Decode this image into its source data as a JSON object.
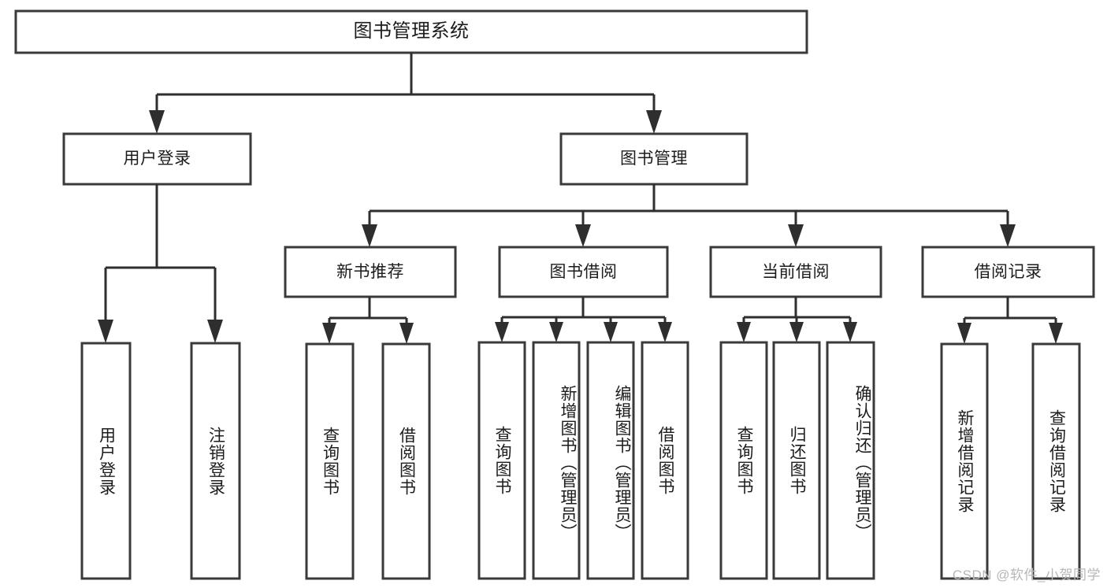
{
  "diagram": {
    "type": "tree-hierarchy",
    "title": "图书管理系统",
    "orientation": "top-down",
    "colors": {
      "box_stroke": "#3a3a3a",
      "box_fill": "#ffffff",
      "connector": "#2e2e2e",
      "text": "#1c1c1c",
      "watermark": "#b7b7b7",
      "background": "#ffffff"
    }
  },
  "root": {
    "label": "图书管理系统"
  },
  "level2": [
    {
      "id": "user-login",
      "label": "用户登录"
    },
    {
      "id": "book-management",
      "label": "图书管理"
    }
  ],
  "level3": [
    {
      "id": "new-book-recommend",
      "label": "新书推荐",
      "parent": "book-management"
    },
    {
      "id": "book-borrow",
      "label": "图书借阅",
      "parent": "book-management"
    },
    {
      "id": "current-borrow",
      "label": "当前借阅",
      "parent": "book-management"
    },
    {
      "id": "borrow-record",
      "label": "借阅记录",
      "parent": "book-management"
    }
  ],
  "leaves": {
    "user-login": [
      {
        "id": "leaf-user-login",
        "label": "用户登录"
      },
      {
        "id": "leaf-logout-login",
        "label": "注销登录"
      }
    ],
    "new-book-recommend": [
      {
        "id": "leaf-query-book-1",
        "label": "查询图书"
      },
      {
        "id": "leaf-borrow-book-1",
        "label": "借阅图书"
      }
    ],
    "book-borrow": [
      {
        "id": "leaf-query-book-2",
        "label": "查询图书"
      },
      {
        "id": "leaf-add-book",
        "label": "新增图书（管理员）"
      },
      {
        "id": "leaf-edit-book",
        "label": "编辑图书（管理员）"
      },
      {
        "id": "leaf-borrow-book-2",
        "label": "借阅图书"
      }
    ],
    "current-borrow": [
      {
        "id": "leaf-query-book-3",
        "label": "查询图书"
      },
      {
        "id": "leaf-return-book",
        "label": "归还图书"
      },
      {
        "id": "leaf-confirm-return",
        "label": "确认归还（管理员）"
      }
    ],
    "borrow-record": [
      {
        "id": "leaf-add-record",
        "label": "新增借阅记录"
      },
      {
        "id": "leaf-query-record",
        "label": "查询借阅记录"
      }
    ]
  },
  "watermark": {
    "text": "CSDN @软件_小贺同学"
  }
}
